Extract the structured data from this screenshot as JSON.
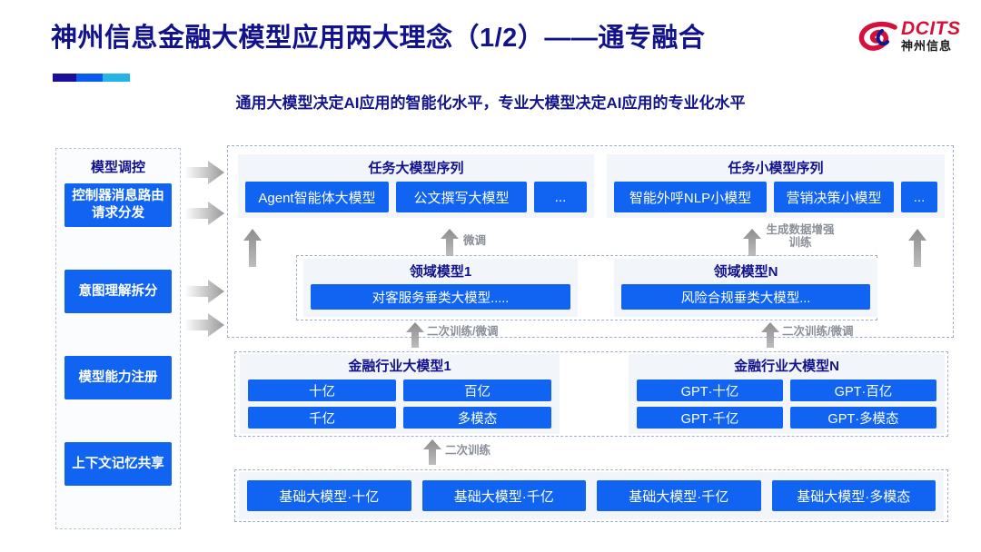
{
  "header": {
    "title": "神州信息金融大模型应用两大理念（1/2）——通专融合",
    "subtitle": "通用大模型决定AI应用的智能化水平，专业大模型决定AI应用的专业化水平",
    "logo_en": "DCITS",
    "logo_cn": "神州信息",
    "accent_colors": [
      "#1a0f9b",
      "#0a5bef",
      "#24b5e8"
    ],
    "title_color": "#12128c",
    "box_color": "#1164f2"
  },
  "left_panel": {
    "title": "模型调控",
    "items": [
      {
        "label": "控制器消息路由请求分发"
      },
      {
        "label": "意图理解拆分"
      },
      {
        "label": "模型能力注册"
      },
      {
        "label": "上下文记忆共享"
      }
    ]
  },
  "task_sequences": [
    {
      "title": "任务大模型序列",
      "cells": [
        "Agent智能体大模型",
        "公文撰写大模型",
        "..."
      ]
    },
    {
      "title": "任务小模型序列",
      "cells": [
        "智能外呼NLP小模型",
        "营销决策小模型",
        "..."
      ]
    }
  ],
  "domain_models": [
    {
      "title": "领域模型1",
      "cell": "对客服务垂类大模型....."
    },
    {
      "title": "领域模型N",
      "cell": "风险合规垂类大模型..."
    }
  ],
  "industry_models": [
    {
      "title": "金融行业大模型1",
      "cells": [
        "十亿",
        "百亿",
        "千亿",
        "多模态"
      ]
    },
    {
      "title": "金融行业大模型N",
      "cells": [
        "GPT·十亿",
        "GPT·百亿",
        "GPT·千亿",
        "GPT·多模态"
      ]
    }
  ],
  "base_models": {
    "cells": [
      "基础大模型·十亿",
      "基础大模型·千亿",
      "基础大模型·千亿",
      "基础大模型·多模态"
    ]
  },
  "arrow_labels": {
    "fine_tune": "微调",
    "gen_data_aug": "生成数据增强训练",
    "second_train_tune_left": "二次训练/微调",
    "second_train_tune_right": "二次训练/微调",
    "second_train": "二次训练"
  }
}
